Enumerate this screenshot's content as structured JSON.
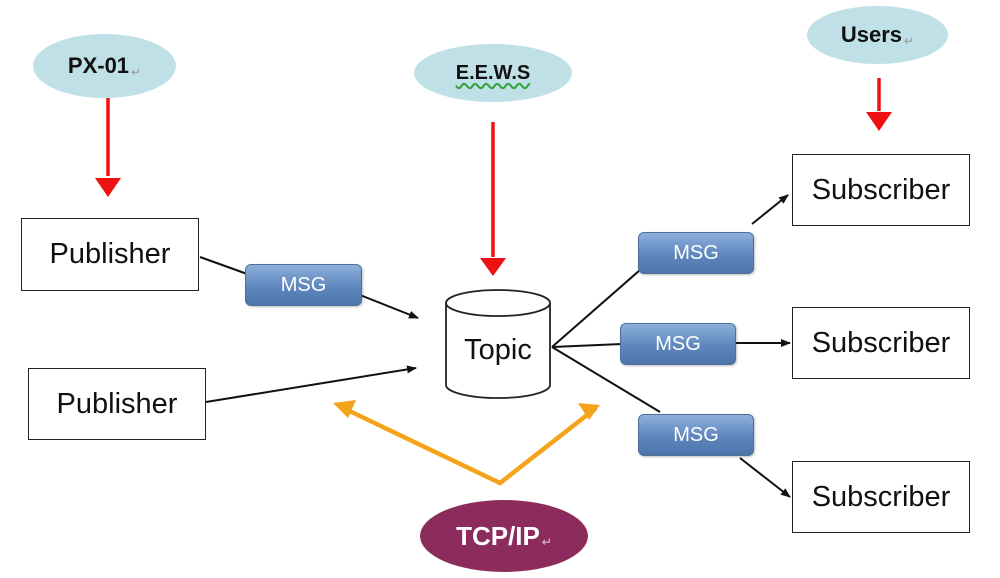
{
  "sources": {
    "px01": {
      "label": "PX-01",
      "mark": "↵"
    },
    "eews": {
      "label": "E.E.W.S"
    },
    "users": {
      "label": "Users",
      "mark": "↵"
    }
  },
  "publishers": [
    {
      "label": "Publisher"
    },
    {
      "label": "Publisher"
    }
  ],
  "topic": {
    "label": "Topic"
  },
  "subscribers": [
    {
      "label": "Subscriber"
    },
    {
      "label": "Subscriber"
    },
    {
      "label": "Subscriber"
    }
  ],
  "messages": {
    "label": "MSG"
  },
  "protocol": {
    "label": "TCP/IP",
    "mark": "↵"
  },
  "colors": {
    "source_arrow": "#ee1111",
    "protocol_arrow": "#f5a31a",
    "teal_ellipse": "#bfe0e6",
    "protocol_ellipse": "#8b2c5c",
    "msg_blue": "#6b8fc4"
  }
}
